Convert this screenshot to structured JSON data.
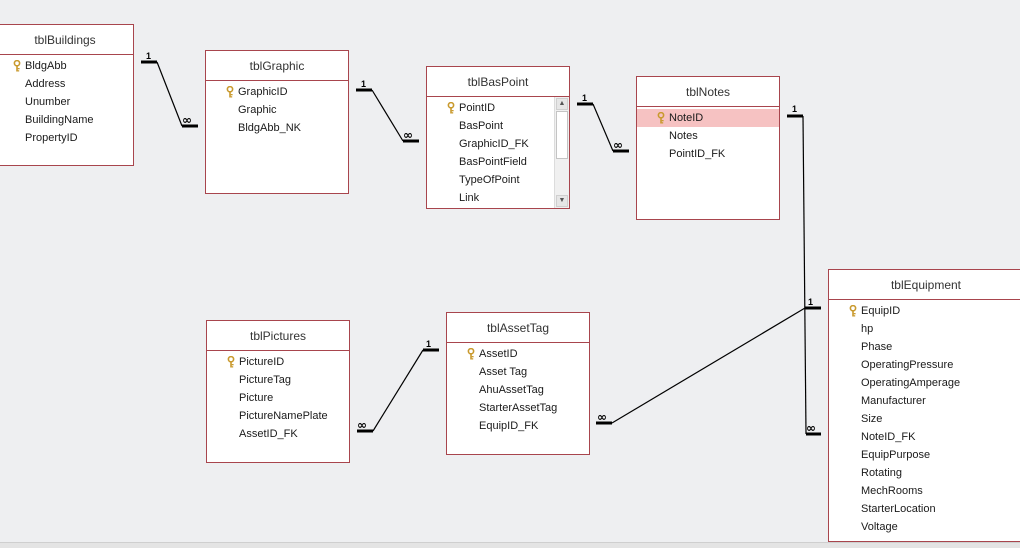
{
  "colors": {
    "canvas": "#eeeff1",
    "table_border": "#a8454d",
    "selected_row": "#f6c2c2",
    "key_icon": "#c99a2e"
  },
  "tables": {
    "tblBuildings": {
      "name": "tblBuildings",
      "fields": [
        "BldgAbb",
        "Address",
        "Unumber",
        "BuildingName",
        "PropertyID"
      ],
      "key_field": "BldgAbb"
    },
    "tblGraphic": {
      "name": "tblGraphic",
      "fields": [
        "GraphicID",
        "Graphic",
        "BldgAbb_NK"
      ],
      "key_field": "GraphicID"
    },
    "tblBasPoint": {
      "name": "tblBasPoint",
      "fields": [
        "PointID",
        "BasPoint",
        "GraphicID_FK",
        "BasPointField",
        "TypeOfPoint",
        "Link"
      ],
      "key_field": "PointID",
      "has_scrollbar": true
    },
    "tblNotes": {
      "name": "tblNotes",
      "fields": [
        "NoteID",
        "Notes",
        "PointID_FK"
      ],
      "key_field": "NoteID",
      "selected_field": "NoteID"
    },
    "tblEquipment": {
      "name": "tblEquipment",
      "fields": [
        "EquipID",
        "hp",
        "Phase",
        "OperatingPressure",
        "OperatingAmperage",
        "Manufacturer",
        "Size",
        "NoteID_FK",
        "EquipPurpose",
        "Rotating",
        "MechRooms",
        "StarterLocation",
        "Voltage"
      ],
      "key_field": "EquipID"
    },
    "tblPictures": {
      "name": "tblPictures",
      "fields": [
        "PictureID",
        "PictureTag",
        "Picture",
        "PictureNamePlate",
        "AssetID_FK"
      ],
      "key_field": "PictureID"
    },
    "tblAssetTag": {
      "name": "tblAssetTag",
      "fields": [
        "AssetID",
        "Asset Tag",
        "AhuAssetTag",
        "StarterAssetTag",
        "EquipID_FK"
      ],
      "key_field": "AssetID"
    }
  },
  "relationships": [
    {
      "from": "tblBuildings",
      "to": "tblGraphic",
      "one_label": "1",
      "many_label": "∞"
    },
    {
      "from": "tblGraphic",
      "to": "tblBasPoint",
      "one_label": "1",
      "many_label": "∞"
    },
    {
      "from": "tblBasPoint",
      "to": "tblNotes",
      "one_label": "1",
      "many_label": "∞"
    },
    {
      "from": "tblNotes",
      "to": "tblEquipment",
      "one_label": "1",
      "many_label": "∞"
    },
    {
      "from": "tblEquipment",
      "to": "tblAssetTag",
      "one_label": "1",
      "many_label": "∞"
    },
    {
      "from": "tblAssetTag",
      "to": "tblPictures",
      "one_label": "1",
      "many_label": "∞"
    }
  ]
}
